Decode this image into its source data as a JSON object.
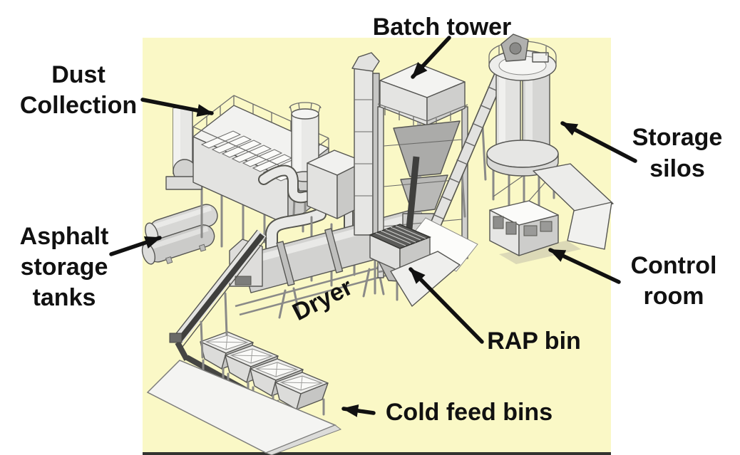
{
  "colors": {
    "page_bg": "#ffffff",
    "canvas_bg": "#faf8c6",
    "canvas_edge": "#333330",
    "ink": "#111111",
    "machine_light": "#ececea",
    "machine_mid": "#d2d2d0",
    "machine_dark": "#bdbdbb",
    "belt_dark": "#3f3f3d",
    "shadow": "#d6d4b4"
  },
  "labels": {
    "dust_collection": {
      "lines": [
        "Dust",
        "Collection"
      ]
    },
    "batch_tower": {
      "lines": [
        "Batch tower"
      ]
    },
    "storage_silos": {
      "lines": [
        "Storage",
        "silos"
      ]
    },
    "asphalt_storage_tanks": {
      "lines": [
        "Asphalt",
        "storage",
        "tanks"
      ]
    },
    "dryer": {
      "lines": [
        "Dryer"
      ]
    },
    "rap_bin": {
      "lines": [
        "RAP bin"
      ]
    },
    "control_room": {
      "lines": [
        "Control",
        "room"
      ]
    },
    "cold_feed_bins": {
      "lines": [
        "Cold feed bins"
      ]
    }
  }
}
